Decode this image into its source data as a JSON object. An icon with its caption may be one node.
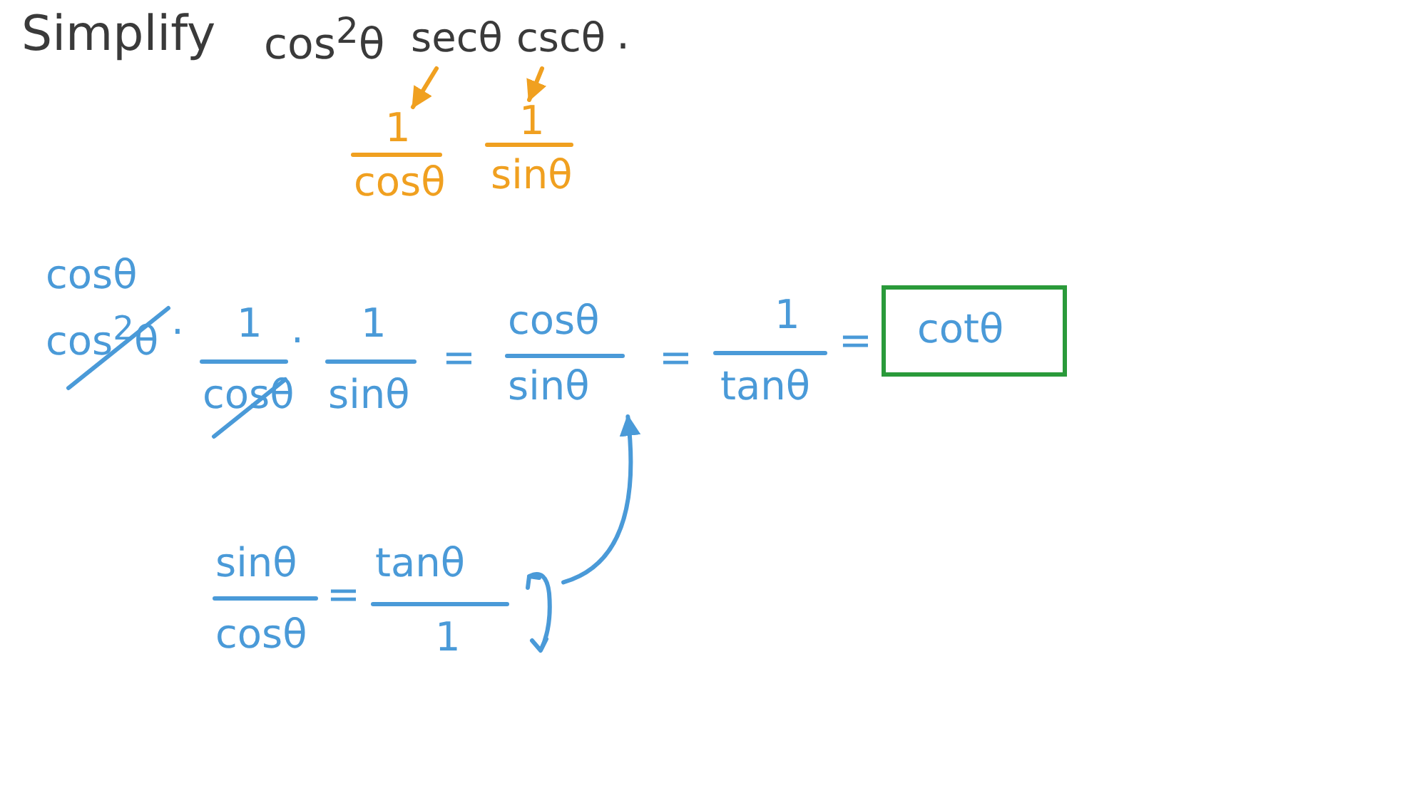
{
  "diagram": {
    "title": "Simplify",
    "nodes": [
      {
        "text": [
          "secθ"
        ]
      },
      {
        "text": [
          "cscθ"
        ]
      },
      {
        "text": [
          "1",
          "cosθ"
        ]
      },
      {
        "text": [
          "1",
          "sinθ"
        ]
      },
      {
        "text": [
          "cosθ",
          "sinθ"
        ]
      },
      {
        "text": [
          "cotθ"
        ]
      },
      {
        "text": [
          "sinθ",
          "cosθ",
          "=",
          "tanθ",
          "1"
        ]
      }
    ],
    "edges": [
      {
        "from": 0,
        "to": 2,
        "arrow": "to",
        "color": "#f0a020"
      },
      {
        "from": 1,
        "to": 3,
        "arrow": "to",
        "color": "#f0a020"
      },
      {
        "from": 6,
        "to": 4,
        "arrow": "to",
        "color": "#4a9ad8"
      }
    ],
    "labels": [
      "cos$^{2}$θ",
      ".",
      "cosθ",
      "cos$^{2}$θ",
      "·",
      "1",
      "cosθ",
      "·",
      "1",
      "sinθ",
      "=",
      "=",
      "1",
      "tanθ",
      "="
    ]
  }
}
